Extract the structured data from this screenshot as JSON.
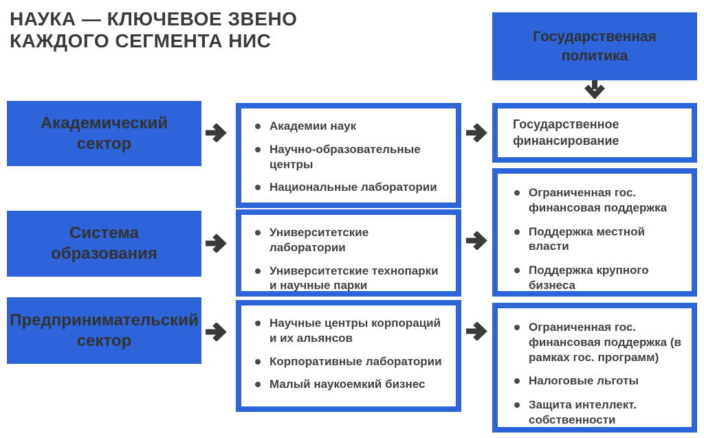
{
  "title": {
    "line1": "НАУКА — КЛЮЧЕВОЕ ЗВЕНО",
    "line2": "КАЖДОГО СЕГМЕНТА НИС"
  },
  "colors": {
    "accent_blue": "#2d64d8",
    "text_dark": "#3a3a3a",
    "background": "#ffffff"
  },
  "policy": {
    "label": "Государственная политика"
  },
  "icons": {
    "down_arrow": "arrow-down-icon",
    "right_arrow": "arrow-right-icon"
  },
  "rows": [
    {
      "sector": "Академический сектор",
      "components": [
        "Академии наук",
        "Научно-образовательные центры",
        "Национальные лаборатории"
      ],
      "funding_text": "Государственное финансирование"
    },
    {
      "sector": "Система образования",
      "components": [
        "Университетские лаборатории",
        "Университетские технопарки и научные парки"
      ],
      "funding_items": [
        "Ограниченная гос. финансовая поддержка",
        "Поддержка местной власти",
        "Поддержка крупного бизнеса"
      ]
    },
    {
      "sector": "Предпринимательский сектор",
      "components": [
        "Научные центры корпораций и их альянсов",
        "Корпоративные лаборатории",
        "Малый наукоемкий бизнес"
      ],
      "funding_items": [
        "Ограниченная гос. финансовая поддержка (в рамках гос. программ)",
        "Налоговые льготы",
        "Защита интеллект. собственности"
      ]
    }
  ]
}
